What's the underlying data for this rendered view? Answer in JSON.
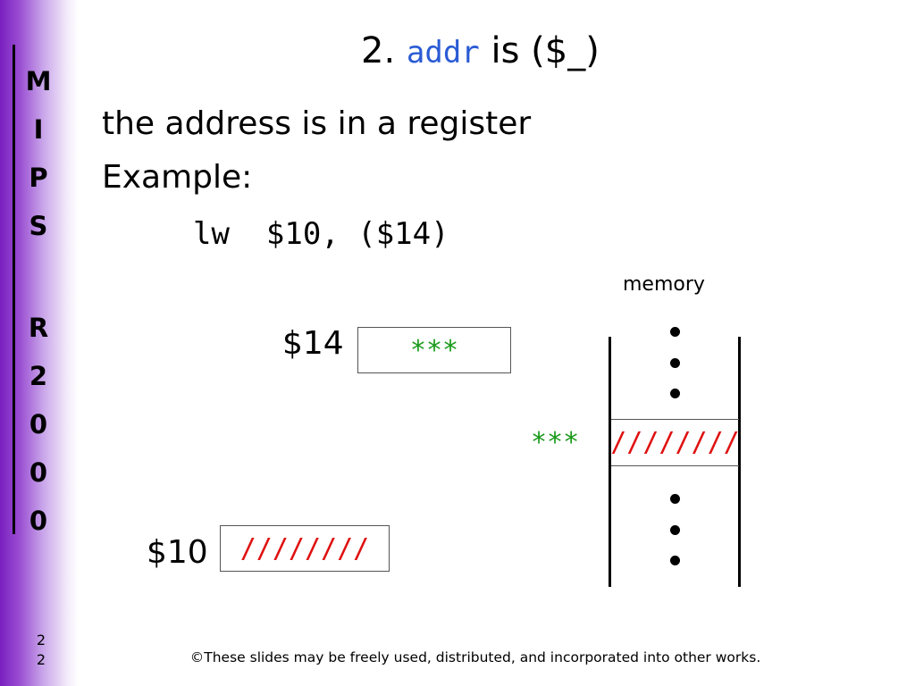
{
  "sidebar": {
    "letters": [
      "M",
      "I",
      "P",
      "S",
      "R",
      "2",
      "0",
      "0",
      "0"
    ],
    "slide_number_line1": "2",
    "slide_number_line2": "2"
  },
  "title": {
    "prefix": "2.",
    "code": "addr",
    "suffix": "is  ($_)"
  },
  "body": {
    "line1": "the address is in a register",
    "line2": "Example:",
    "code": "lw  $10, ($14)"
  },
  "registers": {
    "r14_label": "$14",
    "r14_value": "***",
    "r10_label": "$10",
    "r10_value": "////////"
  },
  "memory": {
    "label": "memory",
    "address_label": "***",
    "cell_value": "////////"
  },
  "footer": {
    "text": "©These slides may be freely used, distributed, and incorporated into other works."
  },
  "colors": {
    "accent_purple": "#7a1fc0",
    "code_blue": "#2a5bd4",
    "address_green": "#1a9a1a",
    "data_red": "#e01010"
  }
}
